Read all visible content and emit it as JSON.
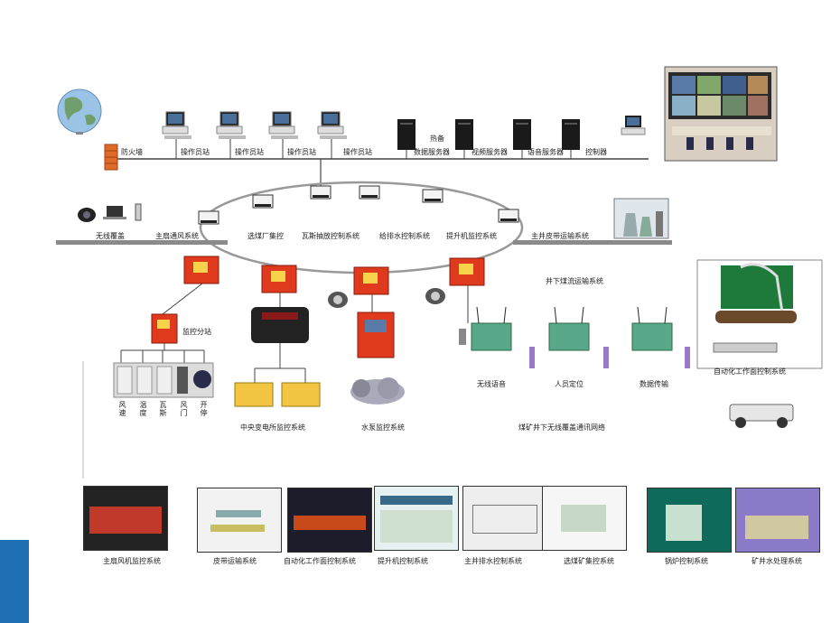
{
  "colors": {
    "bus_line": "#444444",
    "ring_line": "#999999",
    "device_red": "#e03a1e",
    "device_yellow": "#f2c542",
    "tab_blue": "#1e6fb3",
    "wireless_green": "#5aa88a"
  },
  "top_network": {
    "firewall": "防火墙",
    "operator_stations": [
      "操作员站",
      "操作员站",
      "操作员站",
      "操作员站"
    ],
    "hot_standby": "热备",
    "servers": [
      "数据服务器",
      "视频服务器",
      "语音服务器",
      "控制器"
    ]
  },
  "ring": {
    "wireless_coverage": "无线覆盖",
    "nodes": [
      "主扇通风系统",
      "选煤厂集控",
      "瓦斯抽放控制系统",
      "给排水控制系统",
      "提升机监控系统",
      "主井皮带运输系统"
    ]
  },
  "underground": {
    "substation": "监控分站",
    "sensors": [
      "风速",
      "温度",
      "瓦斯",
      "风门",
      "开停"
    ],
    "central_substation": "中央变电所监控系统",
    "pump": "水泵监控系统",
    "coal_flow": "井下煤流运输系统",
    "wireless_voice": "无线语音",
    "personnel": "人员定位",
    "data_transfer": "数据传输",
    "network": "煤矿井下无线覆盖通讯网络",
    "workface": "自动化工作面控制系统"
  },
  "screenshots": [
    "主扇风机监控系统",
    "皮带运输系统",
    "自动化工作面控制系统",
    "提升机控制系统",
    "主井排水控制系统",
    "选煤矿集控系统",
    "锅炉控制系统",
    "矿井水处理系统"
  ]
}
